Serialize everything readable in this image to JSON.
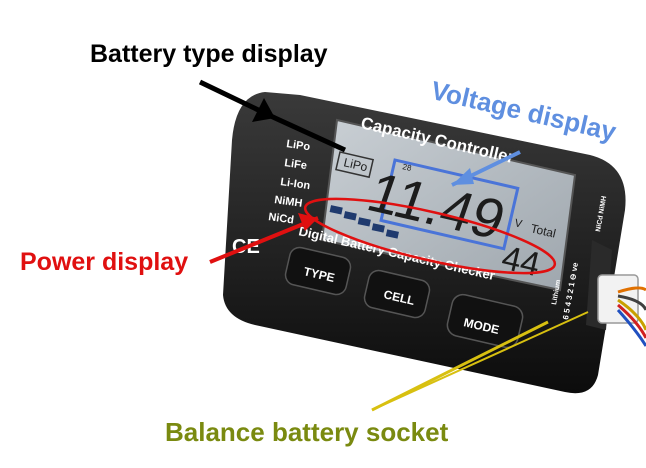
{
  "annotations": {
    "battery_type": "Battery type display",
    "voltage": "Voltage display",
    "power": "Power display",
    "socket": "Balance battery socket"
  },
  "device": {
    "title": "Capacity Controller",
    "subtitle": "Digital Battery Capacity Checker",
    "battery_types": [
      "LiPo",
      "LiFe",
      "Li-Ion",
      "NiMH",
      "NiCd"
    ],
    "lcd_type": "LiPo",
    "cell_count": "28",
    "voltage": "11.49",
    "voltage_unit": "V",
    "total_label": "Total",
    "percent": "44",
    "buttons": [
      "TYPE",
      "CELL",
      "MODE"
    ],
    "port_labels": [
      "Lithium",
      "6 5 4 3 2 1 ⊖ ve",
      "NiCd NiMH"
    ],
    "ce_mark": "CE"
  },
  "colors": {
    "voltage_label": "#5f8fe0",
    "power_label": "#e01010",
    "socket_label": "#7a8a10",
    "lcd_background": "#b8bfc6",
    "case": "#1a1a1a"
  }
}
